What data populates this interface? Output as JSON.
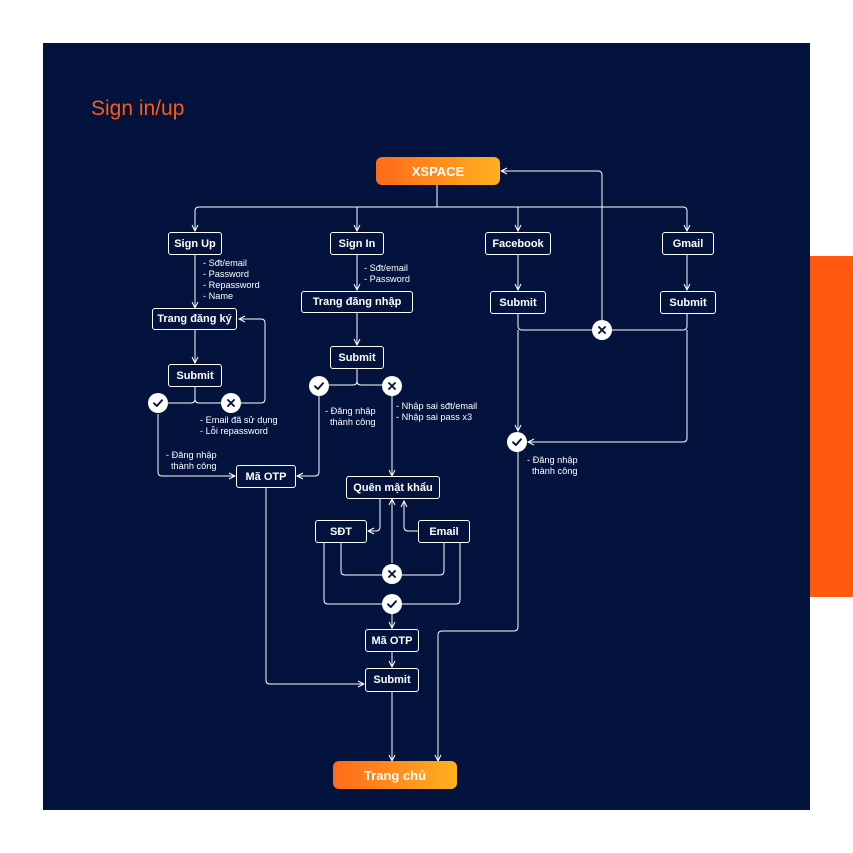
{
  "title": "Sign in/up",
  "colors": {
    "panel": "#03133d",
    "accent": "#ff5a10",
    "pill_from": "#ff6a1a",
    "pill_to": "#ffb020",
    "line": "#ffffff"
  },
  "nodes": {
    "xspace": "XSPACE",
    "sign_up": "Sign Up",
    "sign_in": "Sign In",
    "facebook": "Facebook",
    "gmail": "Gmail",
    "trang_dang_ky": "Trang đăng ký",
    "trang_dang_nhap": "Trang đăng nhập",
    "submit_signup": "Submit",
    "submit_signin": "Submit",
    "submit_facebook": "Submit",
    "submit_gmail": "Submit",
    "ma_otp_left": "Mã OTP",
    "quen_mat_khau": "Quên mật khẩu",
    "sdt": "SĐT",
    "email": "Email",
    "ma_otp_center": "Mã OTP",
    "submit_final": "Submit",
    "trang_chu": "Trang chủ"
  },
  "notes": {
    "signup_fields": [
      "- Sđt/email",
      "- Password",
      "- Repassword",
      "- Name"
    ],
    "signin_fields": [
      "- Sđt/email",
      "- Password"
    ],
    "signup_errors": [
      "- Email đã sử dụng",
      "- Lỗi repassword"
    ],
    "signup_success": [
      "- Đăng nhập",
      "thành công"
    ],
    "signin_success": [
      "- Đăng nhập",
      "thành công"
    ],
    "signin_errors": [
      "- Nhập sai sđt/email",
      "- Nhập sai pass x3"
    ],
    "social_success": [
      "- Đăng nhập",
      "thành công"
    ]
  },
  "badges": [
    {
      "id": "signup-check",
      "kind": "check-icon"
    },
    {
      "id": "signup-cross",
      "kind": "close-icon"
    },
    {
      "id": "signin-check",
      "kind": "check-icon"
    },
    {
      "id": "signin-cross",
      "kind": "close-icon"
    },
    {
      "id": "social-cross",
      "kind": "close-icon"
    },
    {
      "id": "social-check",
      "kind": "check-icon"
    },
    {
      "id": "forgot-cross",
      "kind": "close-icon"
    },
    {
      "id": "forgot-check",
      "kind": "check-icon"
    }
  ]
}
